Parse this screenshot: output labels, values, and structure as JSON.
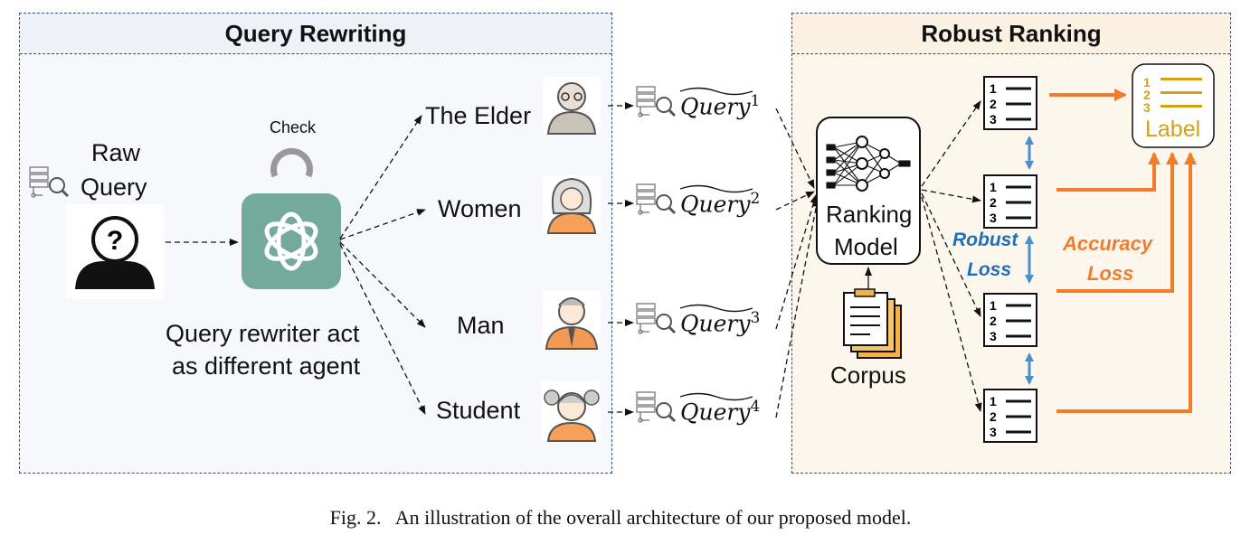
{
  "left_panel": {
    "title": "Query Rewriting",
    "raw_query_line1": "Raw",
    "raw_query_line2": "Query",
    "check_label": "Check",
    "rewriter_line1": "Query rewriter act",
    "rewriter_line2": "as different agent",
    "agents": [
      "The Elder",
      "Women",
      "Man",
      "Student"
    ]
  },
  "queries": [
    {
      "word": "Query",
      "sup": "1"
    },
    {
      "word": "Query",
      "sup": "2"
    },
    {
      "word": "Query",
      "sup": "3"
    },
    {
      "word": "Query",
      "sup": "4"
    }
  ],
  "right_panel": {
    "title": "Robust Ranking",
    "model_line1": "Ranking",
    "model_line2": "Model",
    "corpus": "Corpus",
    "robust_loss_line1": "Robust",
    "robust_loss_line2": "Loss",
    "accuracy_loss_line1": "Accuracy",
    "accuracy_loss_line2": "Loss",
    "label": "Label"
  },
  "caption": "Fig. 2.   An illustration of the overall architecture of our proposed model.",
  "colors": {
    "gpt_green": "#74aa9c",
    "robust_blue": "#1f6fbf",
    "accuracy_orange": "#ef7d2c",
    "label_gold": "#d4a017",
    "dash_border": "#3a4a7a"
  }
}
